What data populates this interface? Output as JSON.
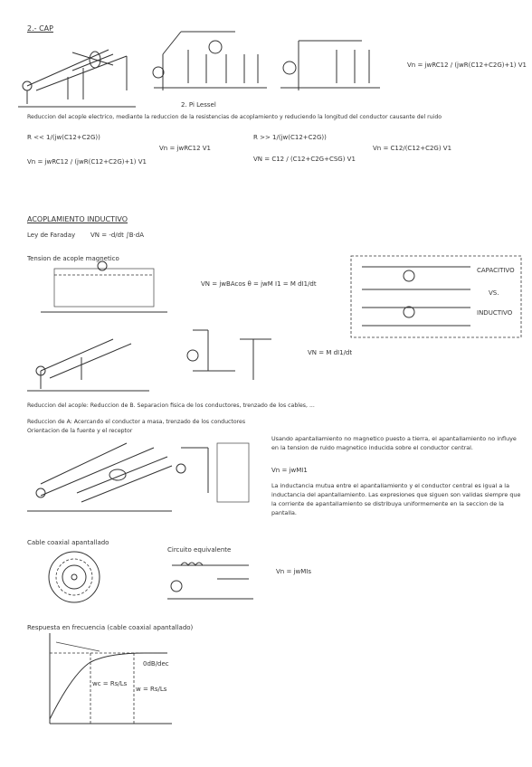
{
  "sections": {
    "cap": "2.- CAP",
    "title2": "2. Pi Lessel",
    "reduction_text": "Reduccion del acople electrico, mediante la reduccion de la resistencias de acoplamiento y reduciendo la longitud del conductor causante del ruido",
    "inductive": "ACOPLAMIENTO INDUCTIVO",
    "faraday": "Ley de Faraday",
    "magnetic": "Tension de acople magnetico",
    "capacitive_label": "CAPACITIVO",
    "vs_label": "VS.",
    "inductive_label": "INDUCTIVO",
    "reduction2_text": "Reduccion del acople: Reduccion de B. Separacion fisica de los conductores, trenzado de los cables, ...",
    "reduction3_text": "Reduccion de A: Acercando el conductor a masa, trenzado de los conductores",
    "orientation": "Orientacion de la fuente y el receptor",
    "shielded_notes": "Usando apantallamiento no magnetico puesto a tierra, el apantallamiento no influye en la tension de ruido magnetico inducida sobre el conductor central.",
    "vn_equals": "Vn = jwMI1",
    "mutual_notes": "La inductancia mutua entre el apantallamiento y el conductor central es igual a la inductancia del apantallamiento. Las expresiones que siguen son validas siempre que la corriente de apantallamiento se distribuya uniformemente en la seccion de la pantalla.",
    "coax": "Cable coaxial apantallado",
    "equivalent": "Circuito equivalente",
    "vn_eq2": "Vn = jwMIs",
    "freq_response": "Respuesta en frecuencia (cable coaxial apantallado)",
    "db_label": "0dB/dec",
    "ws_label": "w = Rs/Ls",
    "wc_label": "wc = Rs/Ls"
  },
  "equations": {
    "vn_top": "Vn = jwRC12 / (jwR(C12+C2G)+1) V1",
    "rhigh": "R << 1/(jw(C12+C2G))",
    "vn_low": "Vn = jwRC12 V1",
    "rlow": "R >> 1/(jw(C12+C2G))",
    "vn_high": "Vn = C12/(C12+C2G) V1",
    "vn_left": "Vn = jwRC12 / (jwR(C12+C2G)+1) V1",
    "vn_min": "VN = C12 / (C12+C2G+CSG) V1",
    "faraday_eq": "VN = -d/dt ∫B·dA",
    "vn_mag": "VN = jwBAcos θ = jwM I1 = M dI1/dt",
    "vn_m": "VN = M dI1/dt"
  }
}
